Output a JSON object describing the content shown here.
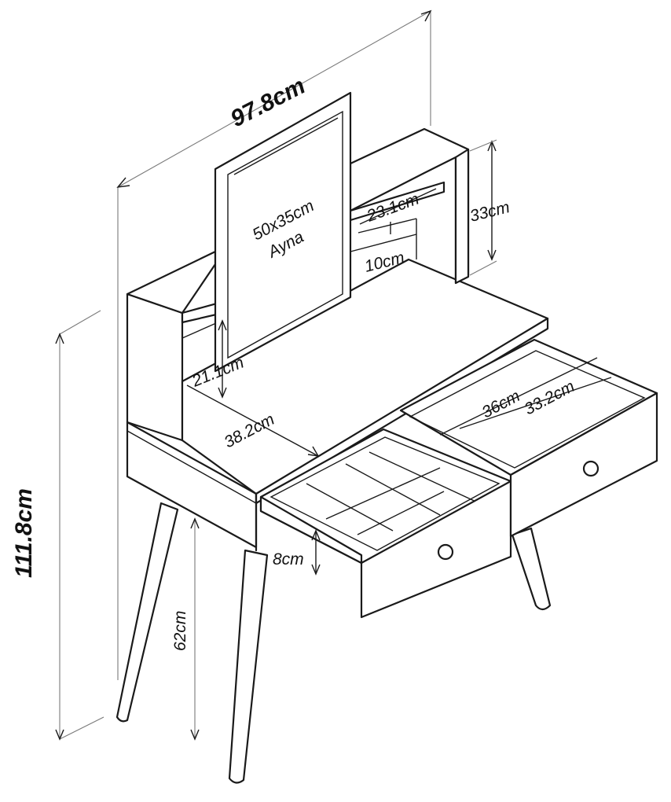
{
  "labels": {
    "width_total": "97.8cm",
    "height_total": "111.8cm",
    "mirror_size": "50x35cm",
    "mirror_name": "Ayna",
    "shelf_width": "23.1cm",
    "shelf_unit_height": "33cm",
    "shelf_gap": "10cm",
    "left_shelf_height": "21.1cm",
    "top_depth": "38.2cm",
    "drawer_inner_width": "36cm",
    "drawer_inner_depth": "33.2cm",
    "drawer_depth": "8cm",
    "leg_height": "62cm"
  }
}
